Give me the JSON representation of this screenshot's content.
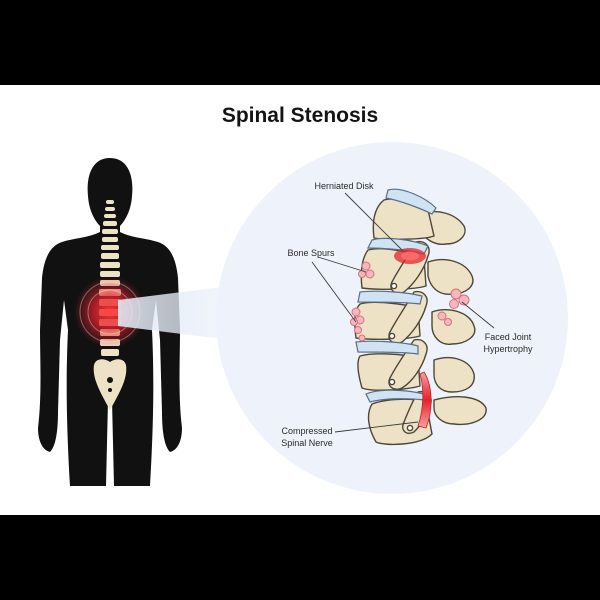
{
  "title": "Spinal Stenosis",
  "labels": {
    "herniated_disk": "Herniated Disk",
    "bone_spurs": "Bone Spurs",
    "faced_joint_line1": "Faced Joint",
    "faced_joint_line2": "Hypertrophy",
    "nerve_line1": "Compressed",
    "nerve_line2": "Spinal Nerve"
  },
  "colors": {
    "background_bars": "#000000",
    "panel": "#ffffff",
    "silhouette": "#111111",
    "zoom_circle": "#eef3fb",
    "bone": "#ede2c6",
    "bone_outline": "#4e4637",
    "disk": "#cfe3f4",
    "inflammation": "#e3232b",
    "spur": "#f3b7bd"
  }
}
